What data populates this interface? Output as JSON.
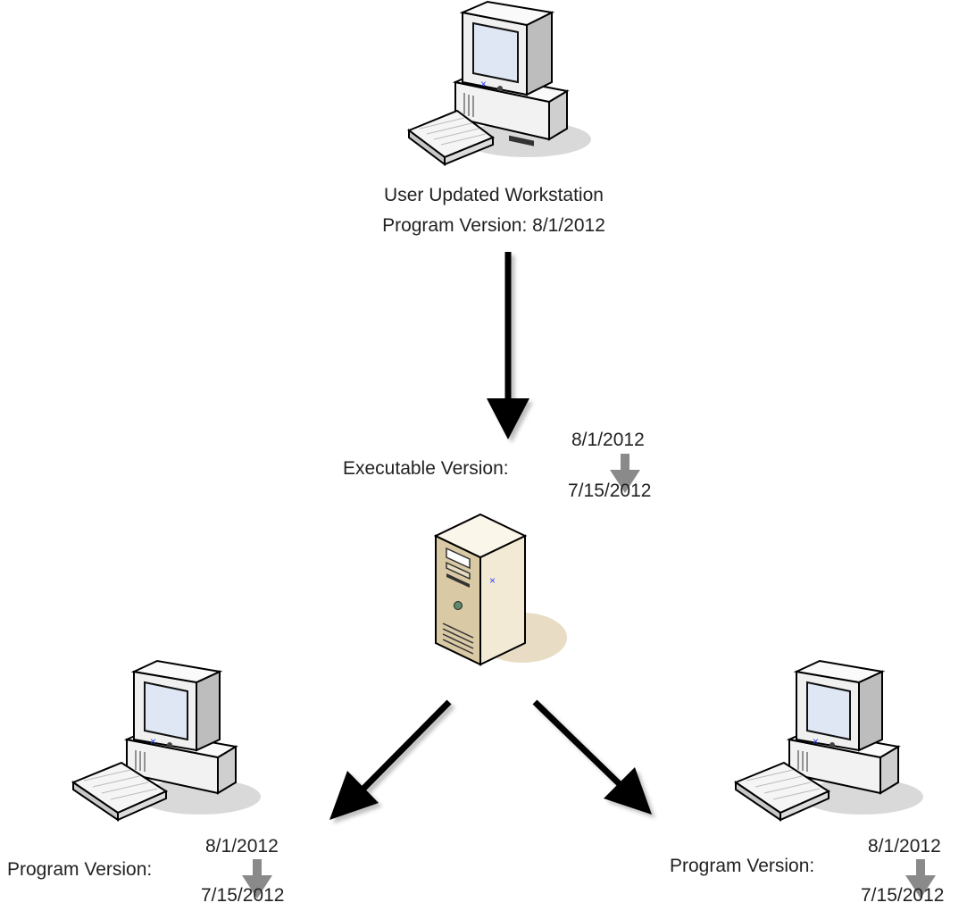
{
  "top_workstation": {
    "line1": "User Updated Workstation",
    "line2": "Program Version: 8/1/2012",
    "icon": "desktop-computer-icon"
  },
  "server": {
    "label": "Executable Version:",
    "new_version": "8/1/2012",
    "old_version": "7/15/2012",
    "icon": "server-tower-icon"
  },
  "left_workstation": {
    "label": "Program Version:",
    "new_version": "8/1/2012",
    "old_version": "7/15/2012",
    "icon": "desktop-computer-icon"
  },
  "right_workstation": {
    "label": "Program Version:",
    "new_version": "8/1/2012",
    "old_version": "7/15/2012",
    "icon": "desktop-computer-icon"
  },
  "colors": {
    "arrow": "#000000",
    "version_arrow": "#8a8a8a",
    "server_body": "#e9dcc0",
    "monitor_screen": "#dfe7f5"
  }
}
